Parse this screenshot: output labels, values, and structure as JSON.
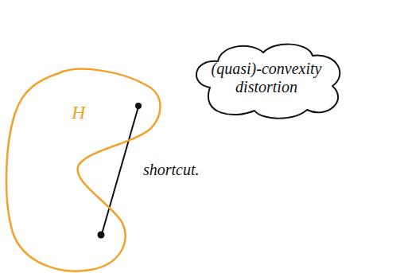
{
  "diagram": {
    "nodes": [
      {
        "text": [
          "H"
        ]
      },
      {
        "text": [
          "(quasi)-convexity distortion"
        ]
      }
    ],
    "labels": [
      "shortcut."
    ]
  }
}
